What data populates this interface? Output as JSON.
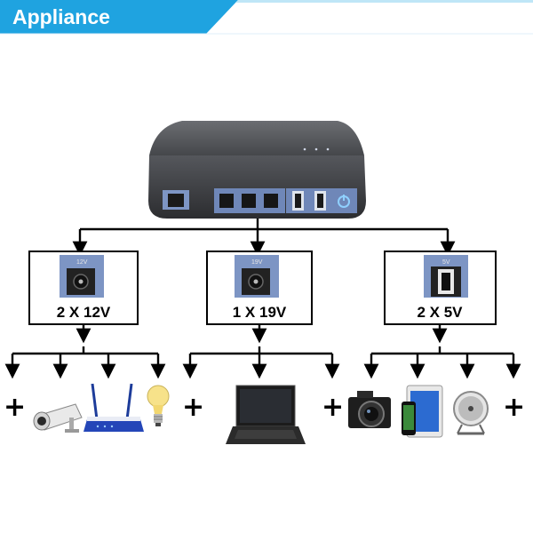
{
  "header": {
    "title": "Appliance",
    "band_color": "#1fa3e0",
    "stripe_color": "#bfe6f7"
  },
  "outputs": [
    {
      "label": "2 X 12V",
      "port_tag": "12V",
      "port_icon": "dc-jack-icon"
    },
    {
      "label": "1 X 19V",
      "port_tag": "19V",
      "port_icon": "dc-jack-icon"
    },
    {
      "label": "2 X 5V",
      "port_tag": "5V",
      "port_icon": "usb-port-icon"
    }
  ],
  "devices": {
    "group_12v": [
      "cctv-camera-icon",
      "wifi-router-icon",
      "light-bulb-icon"
    ],
    "group_19v": [
      "laptop-icon"
    ],
    "group_5v": [
      "digital-camera-icon",
      "phone-tablet-icon",
      "usb-fan-icon"
    ]
  },
  "plus_symbol": "+",
  "colors": {
    "device_body": "#3a3b3f",
    "port_panel": "#6f87b8",
    "line": "#000000"
  }
}
